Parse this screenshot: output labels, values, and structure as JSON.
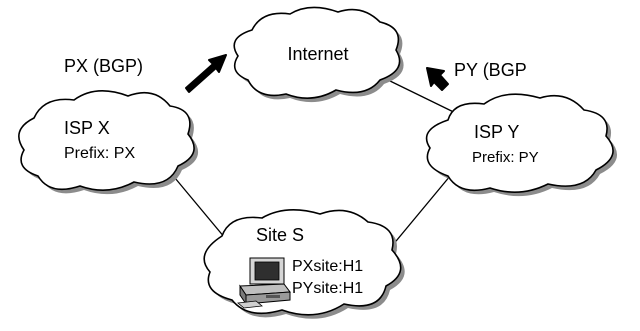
{
  "nodes": {
    "internet": {
      "label": "Internet"
    },
    "isp_x": {
      "name": "ISP X",
      "prefix": "Prefix: PX"
    },
    "isp_y": {
      "name": "ISP Y",
      "prefix": "Prefix: PY"
    },
    "site_s": {
      "name": "Site S",
      "addr1": "PXsite:H1",
      "addr2": "PYsite:H1"
    }
  },
  "announcements": {
    "left": "PX (BGP)",
    "right": "PY (BGP"
  }
}
